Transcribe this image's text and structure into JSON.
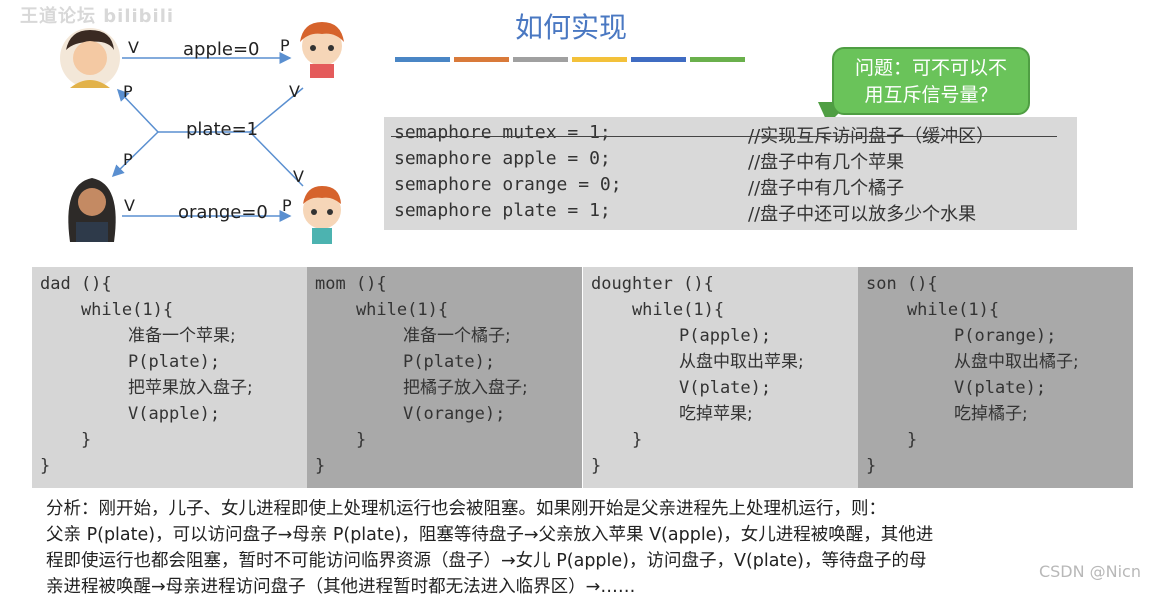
{
  "watermark_top": "王道论坛 bilibili",
  "title": "如何实现",
  "stripes": [
    "#4a86c5",
    "#d97a3a",
    "#a0a0a0",
    "#f3c13a",
    "#3f6cc2",
    "#6ab04c"
  ],
  "callout": {
    "line1": "问题：可不可以不",
    "line2": "用互斥信号量？"
  },
  "semaphores": [
    {
      "code": "semaphore mutex = 1;",
      "comment": "//实现互斥访问盘子（缓冲区）",
      "struck": true
    },
    {
      "code": "semaphore apple = 0;",
      "comment": "//盘子中有几个苹果"
    },
    {
      "code": "semaphore orange = 0;",
      "comment": "//盘子中有几个橘子"
    },
    {
      "code": "semaphore plate = 1;",
      "comment": "//盘子中还可以放多少个水果"
    }
  ],
  "diagram": {
    "apple_label": "apple=0",
    "plate_label": "plate=1",
    "orange_label": "orange=0",
    "v": "V",
    "p": "P"
  },
  "panels": [
    {
      "name": "dad",
      "bg": "#d6d6d6",
      "lines": [
        "dad (){",
        "    while(1){",
        "准备一个苹果;",
        "P(plate);",
        "把苹果放入盘子;",
        "V(apple);",
        "    }",
        "}"
      ]
    },
    {
      "name": "mom",
      "bg": "#a9a9a9",
      "lines": [
        "mom (){",
        "    while(1){",
        "准备一个橘子;",
        "P(plate);",
        "把橘子放入盘子;",
        "V(orange);",
        "    }",
        "}"
      ]
    },
    {
      "name": "doughter",
      "bg": "#d6d6d6",
      "lines": [
        "doughter (){",
        "    while(1){",
        "P(apple);",
        "从盘中取出苹果;",
        "V(plate);",
        "吃掉苹果;",
        "    }",
        "}"
      ]
    },
    {
      "name": "son",
      "bg": "#a9a9a9",
      "lines": [
        "son (){",
        "    while(1){",
        "P(orange);",
        "从盘中取出橘子;",
        "V(plate);",
        "吃掉橘子;",
        "    }",
        "}"
      ]
    }
  ],
  "analysis": [
    "分析：刚开始，儿子、女儿进程即使上处理机运行也会被阻塞。如果刚开始是父亲进程先上处理机运行，则：",
    "父亲 P(plate)，可以访问盘子→母亲 P(plate)，阻塞等待盘子→父亲放入苹果 V(apple)，女儿进程被唤醒，其他进",
    "程即使运行也都会阻塞，暂时不可能访问临界资源（盘子）→女儿 P(apple)，访问盘子，V(plate)，等待盘子的母",
    "亲进程被唤醒→母亲进程访问盘子（其他进程暂时都无法进入临界区）→……"
  ],
  "csdn": "CSDN @Nicn"
}
